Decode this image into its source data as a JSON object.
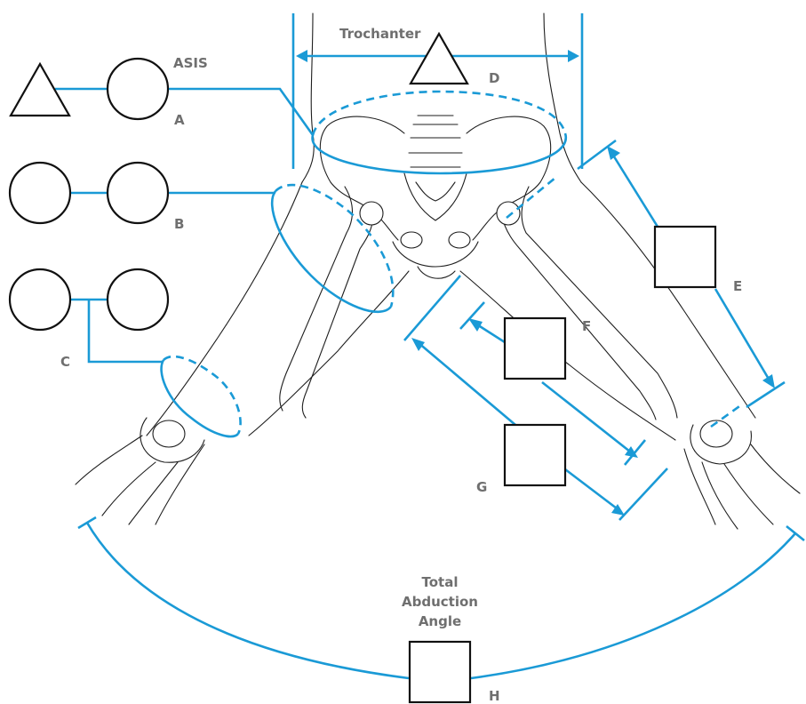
{
  "labels": {
    "trochanter": "Trochanter",
    "asis": "ASIS",
    "a": "A",
    "b": "B",
    "c": "C",
    "d": "D",
    "e": "E",
    "f": "F",
    "g": "G",
    "h": "H",
    "total_abduction_angle": [
      "Total",
      "Abduction",
      "Angle"
    ]
  },
  "colors": {
    "measurement_line": "#1a9ad6",
    "label_text": "#6f6f6f",
    "outline": "#1e1e1e"
  },
  "icons": {
    "triangle": "triangle-shape",
    "circle": "circle-shape",
    "square": "square-shape"
  }
}
